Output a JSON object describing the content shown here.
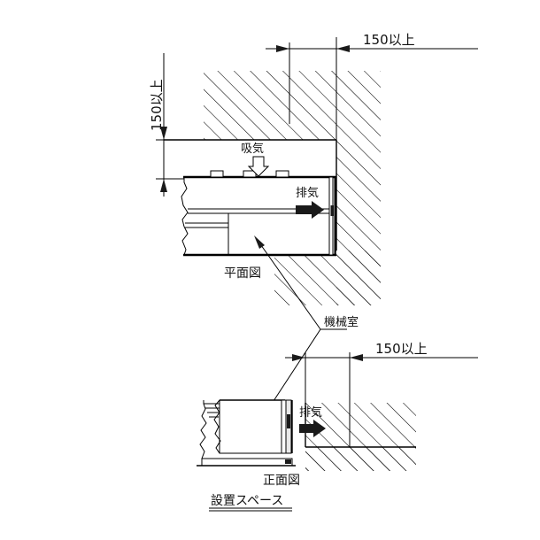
{
  "document": {
    "kind": "technical-installation-drawing",
    "title": "設置スペース",
    "language": "ja"
  },
  "dimensions": {
    "plan_top_clearance": "150以上",
    "plan_right_clearance": "150以上",
    "front_right_clearance": "150以上"
  },
  "labels": {
    "intake": "吸気",
    "exhaust_plan": "排気",
    "exhaust_front": "排気",
    "plan_view": "平面図",
    "front_view": "正面図",
    "machine_room": "機械室",
    "bottom_title": "設置スペース"
  },
  "icons": {
    "intake_arrow": "arrow-down-outline-icon",
    "exhaust_arrow_plan": "arrow-right-solid-icon",
    "exhaust_arrow_front": "arrow-right-solid-icon",
    "dimension_arrow": "dimension-arrow-icon",
    "leader_arrow": "leader-arrow-icon"
  },
  "colors": {
    "line": "#000000",
    "fill_solid": "#1a1a1a",
    "background": "#ffffff",
    "panel_grey": "#e9e9e9"
  },
  "views": [
    {
      "name": "plan_view",
      "label": "平面図"
    },
    {
      "name": "front_view",
      "label": "正面図"
    }
  ]
}
